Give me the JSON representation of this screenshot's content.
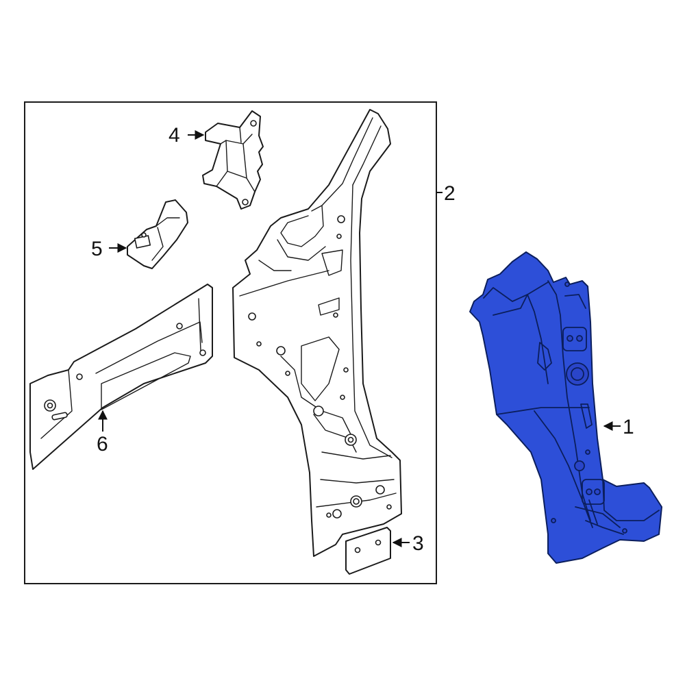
{
  "colors": {
    "highlight_fill": "#2d4fd8",
    "line": "#1a1a1a",
    "background": "#ffffff"
  },
  "callouts": {
    "c1": "1",
    "c2": "2",
    "c3": "3",
    "c4": "4",
    "c5": "5",
    "c6": "6"
  }
}
